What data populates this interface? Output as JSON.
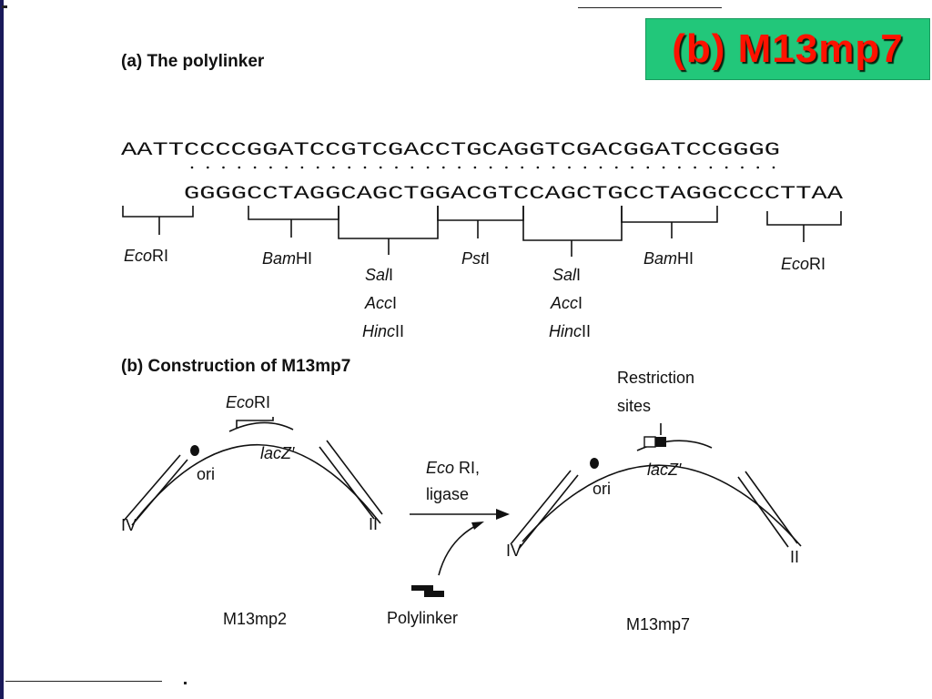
{
  "slide": {
    "badge_title": "(b) M13mp7",
    "badge_color": "#22c77a",
    "badge_text_color": "#ff1200"
  },
  "part_a": {
    "heading": "(a)  The polylinker",
    "top_strand": "AATTCCCCGGATCCGTCGACCTGCAGGTCGACGGATCCGGGG",
    "bottom_strand": "GGGGCCTAGGCAGCTGGACGTCCAGCTGCCTAGGCCCCTTAA",
    "sites": {
      "ecori_left": {
        "enzyme": "Eco",
        "suffix": "RI"
      },
      "bamhi_left": {
        "enzyme": "Bam",
        "suffix": "HI"
      },
      "sali_left": {
        "enzyme": "Sal",
        "suffix": "I"
      },
      "acci_left": {
        "enzyme": "Acc",
        "suffix": "I"
      },
      "hincii_left": {
        "enzyme": "Hinc",
        "suffix": "II"
      },
      "psti": {
        "enzyme": "Pst",
        "suffix": "I"
      },
      "sali_right": {
        "enzyme": "Sal",
        "suffix": "I"
      },
      "acci_right": {
        "enzyme": "Acc",
        "suffix": "I"
      },
      "hincii_right": {
        "enzyme": "Hinc",
        "suffix": "II"
      },
      "bamhi_right": {
        "enzyme": "Bam",
        "suffix": "HI"
      },
      "ecori_right": {
        "enzyme": "Eco",
        "suffix": "RI"
      }
    }
  },
  "part_b": {
    "heading": "(b)  Construction of M13mp7",
    "mp2": {
      "ecori": {
        "enzyme": "Eco",
        "suffix": "RI"
      },
      "ori": "ori",
      "lacz": "lacZ′",
      "gene_iv": "IV",
      "gene_ii": "II",
      "name": "M13mp2"
    },
    "arrow": {
      "enzyme_line1_italic": "Eco",
      "enzyme_line1_rest": " RI,",
      "line2": "ligase"
    },
    "polylinker_label": "Polylinker",
    "mp7": {
      "restriction_label_1": "Restriction",
      "restriction_label_2": "sites",
      "ori": "ori",
      "lacz": "lacZ′",
      "gene_iv": "IV",
      "gene_ii": "II",
      "name": "M13mp7"
    }
  }
}
